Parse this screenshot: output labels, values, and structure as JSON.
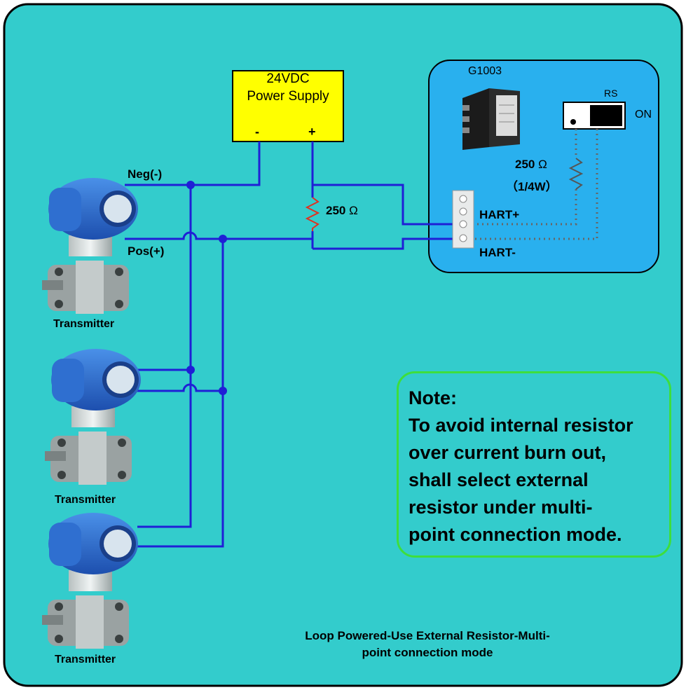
{
  "colors": {
    "background": "#33cccc",
    "module_panel": "#29b0ee",
    "wire": "#1f1fd6",
    "power_supply": "#ffff00",
    "resistor": "#e03020",
    "internal_resistor": "#555555",
    "note_border": "#3ede3c",
    "transmitter_body": "#2a6ccf"
  },
  "power_supply": {
    "voltage": "24VDC",
    "label": "Power Supply",
    "neg_terminal": "-",
    "pos_terminal": "+"
  },
  "module": {
    "model": "G1003",
    "switch_label": "RS",
    "switch_state": "ON",
    "internal_resistor_value": "250",
    "internal_resistor_unit": "Ω",
    "internal_resistor_power": "（1/4W）",
    "hart_plus": "HART+",
    "hart_minus": "HART-"
  },
  "external_resistor": {
    "value": "250",
    "unit": "Ω"
  },
  "wires": {
    "neg_label": "Neg(-)",
    "pos_label": "Pos(+)"
  },
  "transmitters": [
    {
      "label": "Transmitter"
    },
    {
      "label": "Transmitter"
    },
    {
      "label": "Transmitter"
    }
  ],
  "note": {
    "title": "Note:",
    "lines": [
      "To avoid internal resistor",
      "over current burn out,",
      "shall select external",
      "resistor under multi-",
      "point connection mode."
    ]
  },
  "caption": {
    "line1": "Loop Powered-Use External Resistor-Multi-",
    "line2": "point connection mode"
  }
}
